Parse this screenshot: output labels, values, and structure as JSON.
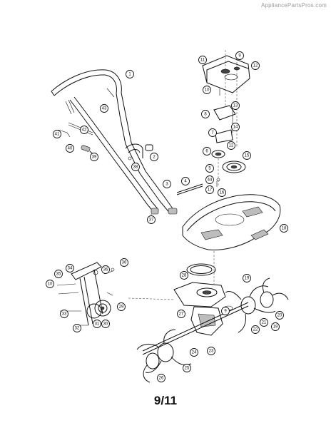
{
  "watermark": "AppliancePartsPros.com",
  "page_number": "9/11",
  "callouts": [
    {
      "label": "1"
    },
    {
      "label": "2"
    },
    {
      "label": "3"
    },
    {
      "label": "4"
    },
    {
      "label": "5"
    },
    {
      "label": "6"
    },
    {
      "label": "7"
    },
    {
      "label": "8"
    },
    {
      "label": "9"
    },
    {
      "label": "9"
    },
    {
      "label": "10"
    },
    {
      "label": "10"
    },
    {
      "label": "11"
    },
    {
      "label": "12"
    },
    {
      "label": "12"
    },
    {
      "label": "13"
    },
    {
      "label": "14"
    },
    {
      "label": "15"
    },
    {
      "label": "16"
    },
    {
      "label": "17"
    },
    {
      "label": "18"
    },
    {
      "label": "19"
    },
    {
      "label": "19"
    },
    {
      "label": "20"
    },
    {
      "label": "21"
    },
    {
      "label": "22"
    },
    {
      "label": "23"
    },
    {
      "label": "24"
    },
    {
      "label": "25"
    },
    {
      "label": "26"
    },
    {
      "label": "27"
    },
    {
      "label": "28"
    },
    {
      "label": "29"
    },
    {
      "label": "30"
    },
    {
      "label": "31"
    },
    {
      "label": "32"
    },
    {
      "label": "33"
    },
    {
      "label": "34"
    },
    {
      "label": "35"
    },
    {
      "label": "36"
    },
    {
      "label": "36"
    },
    {
      "label": "37"
    },
    {
      "label": "38"
    },
    {
      "label": "39"
    },
    {
      "label": "40"
    },
    {
      "label": "41"
    },
    {
      "label": "42"
    },
    {
      "label": "43"
    },
    {
      "label": "44"
    }
  ]
}
